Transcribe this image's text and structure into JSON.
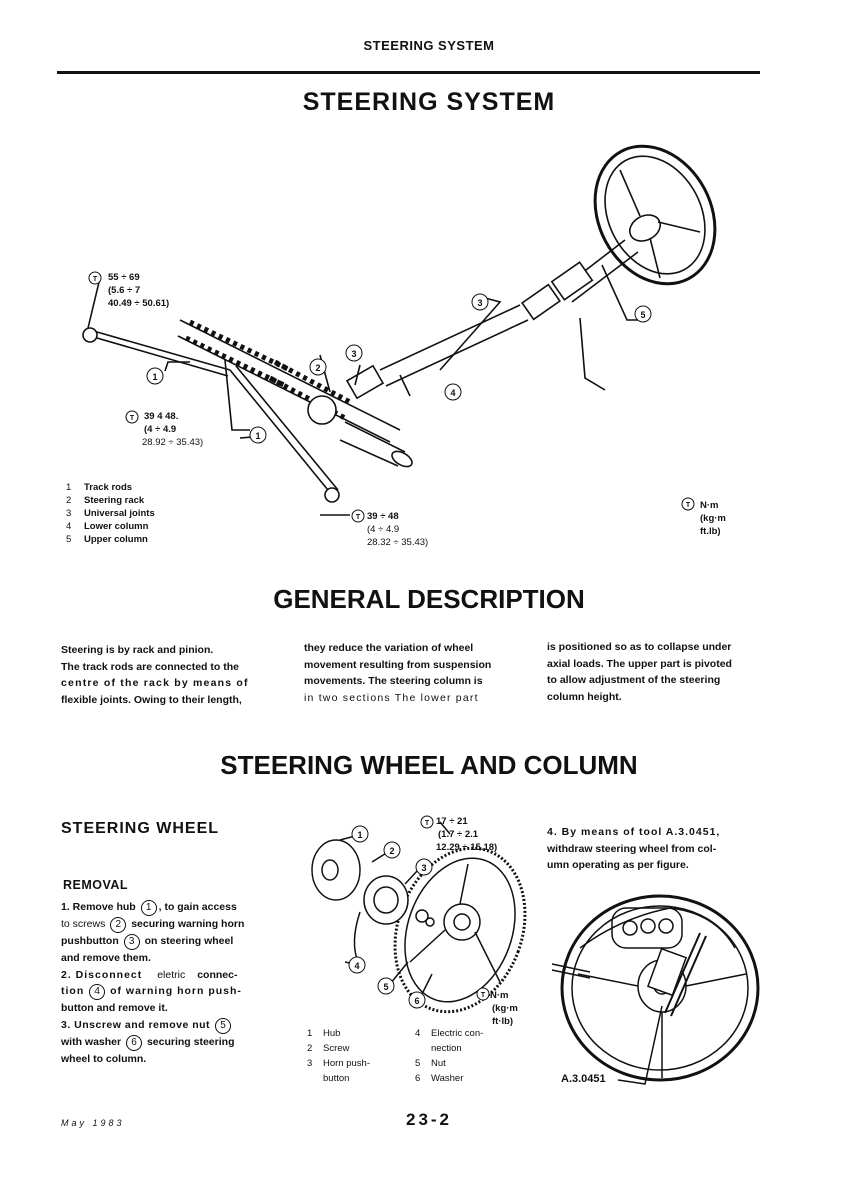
{
  "running_header": "STEERING SYSTEM",
  "title": "STEERING SYSTEM",
  "fig1": {
    "torque_a": [
      "55 ÷ 69",
      "(5.6 ÷ 7",
      "40.49 ÷ 50.61)"
    ],
    "torque_b": [
      "39 4 48.",
      "(4 ÷ 4.9",
      "28.92 ÷ 35.43)"
    ],
    "torque_c": [
      "39 ÷ 48",
      "(4 ÷ 4.9",
      "28.32 ÷ 35.43)"
    ],
    "units": [
      "N·m",
      "(kg·m",
      "ft.lb)"
    ],
    "legend": [
      {
        "num": "1",
        "label": "Track rods"
      },
      {
        "num": "2",
        "label": "Steering rack"
      },
      {
        "num": "3",
        "label": "Universal joints"
      },
      {
        "num": "4",
        "label": "Lower column"
      },
      {
        "num": "5",
        "label": "Upper column"
      }
    ]
  },
  "general_description": {
    "heading": "GENERAL DESCRIPTION",
    "col1": [
      "Steering is by rack and pinion.",
      "The track rods are connected to the",
      "centre of the rack by means of",
      "flexible joints. Owing to their length,"
    ],
    "col2": [
      "they reduce the variation of wheel",
      "movement resulting from suspension",
      "movements. The steering column is",
      "in two sections The lower part"
    ],
    "col3": [
      "is positioned so as to collapse under",
      "axial loads. The upper part is pivoted",
      "to allow adjustment of the steering",
      "column height."
    ]
  },
  "section": {
    "heading": "STEERING WHEEL AND COLUMN",
    "subheading": "STEERING WHEEL",
    "removal_heading": "REMOVAL",
    "step1": {
      "a": "1.  Remove hub",
      "n1": "1",
      "b": ", to gain access",
      "c": "to screws",
      "n2": "2",
      "d": "securing warning horn",
      "e": "pushbutton",
      "n3": "3",
      "f": "on steering wheel",
      "g": "and remove them."
    },
    "step2": {
      "a": "2. Disconnect",
      "b": "eletric",
      "c": "connec-",
      "d": "tion",
      "n4": "4",
      "e": "of warning horn push-",
      "f": "button and remove it."
    },
    "step3": {
      "a": "3. Unscrew and remove nut",
      "n5": "5",
      "b": "with washer",
      "n6": "6",
      "c": "securing steering",
      "d": "wheel to column."
    },
    "step4": [
      "4. By means of tool A.3.0451,",
      "withdraw steering wheel from col-",
      "umn operating as per figure."
    ]
  },
  "fig2": {
    "torque": [
      "17 ÷ 21",
      "(1.7 ÷ 2.1",
      "12.29 ÷ 15.18)"
    ],
    "units": [
      "N·m",
      "(kg·m",
      "ft·lb)"
    ],
    "legend_left": [
      {
        "num": "1",
        "label": "Hub"
      },
      {
        "num": "2",
        "label": "Screw"
      },
      {
        "num": "3",
        "label": "Horn push-"
      },
      {
        "num": "",
        "label": "button"
      }
    ],
    "legend_right": [
      {
        "num": "4",
        "label": "Electric con-"
      },
      {
        "num": "",
        "label": "nection"
      },
      {
        "num": "5",
        "label": "Nut"
      },
      {
        "num": "6",
        "label": "Washer"
      }
    ]
  },
  "fig3": {
    "tool_label": "A.3.0451"
  },
  "footer": {
    "date": "May 1983",
    "page": "23-2"
  }
}
